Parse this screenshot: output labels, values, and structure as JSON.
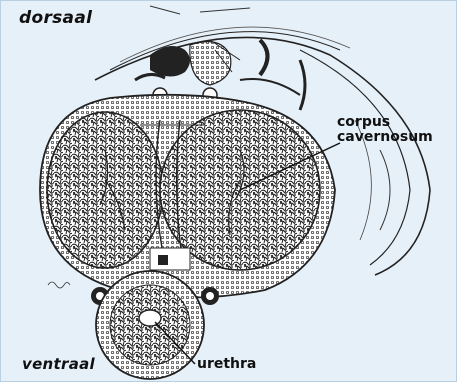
{
  "labels": {
    "dorsal": "dorsaal",
    "ventral": "ventraal",
    "corpus_line1": "corpus",
    "corpus_line2": "cavernosum",
    "urethra": "urethra"
  },
  "colors": {
    "background": "#e6f0f8",
    "tissue": "#ffffff",
    "ink": "#111111"
  }
}
